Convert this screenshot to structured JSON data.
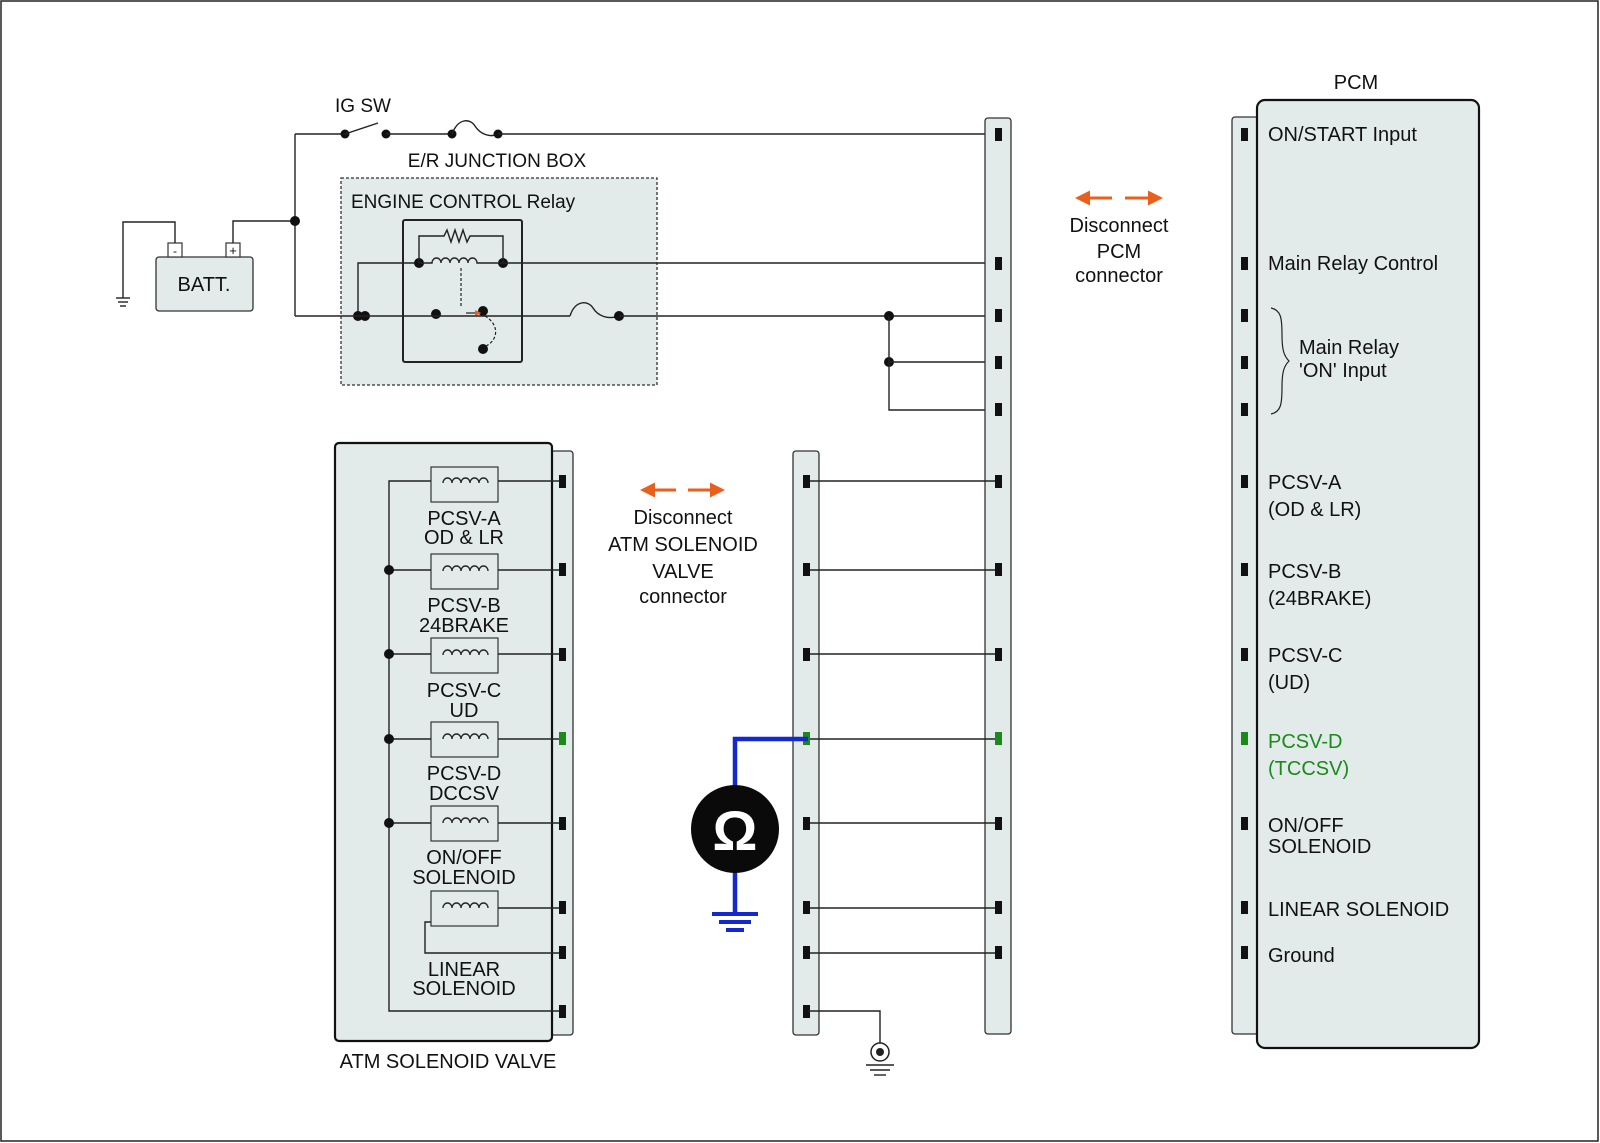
{
  "battery": {
    "label": "BATT.",
    "neg": "-",
    "pos": "+"
  },
  "ig_switch": {
    "label": "IG SW"
  },
  "junction_box": {
    "label": "E/R JUNCTION BOX"
  },
  "relay": {
    "label": "ENGINE CONTROL Relay"
  },
  "solenoid_valve": {
    "title": "ATM SOLENOID VALVE",
    "coils": [
      {
        "line1": "PCSV-A",
        "line2": "OD & LR"
      },
      {
        "line1": "PCSV-B",
        "line2": "24BRAKE"
      },
      {
        "line1": "PCSV-C",
        "line2": "UD"
      },
      {
        "line1": "PCSV-D",
        "line2": "DCCSV"
      },
      {
        "line1": "ON/OFF",
        "line2": "SOLENOID"
      },
      {
        "line1": "LINEAR",
        "line2": "SOLENOID"
      }
    ]
  },
  "disconnect_atm": {
    "line1": "Disconnect",
    "line2": "ATM SOLENOID",
    "line3": "VALVE",
    "line4": "connector"
  },
  "disconnect_pcm": {
    "line1": "Disconnect",
    "line2": "PCM",
    "line3": "connector"
  },
  "pcm": {
    "title": "PCM",
    "pins": {
      "on_start": "ON/START Input",
      "main_relay_control": "Main Relay Control",
      "main_relay_on_1": "Main Relay",
      "main_relay_on_2": "'ON' Input",
      "pcsv_a_1": "PCSV-A",
      "pcsv_a_2": "(OD & LR)",
      "pcsv_b_1": "PCSV-B",
      "pcsv_b_2": "(24BRAKE)",
      "pcsv_c_1": "PCSV-C",
      "pcsv_c_2": "(UD)",
      "pcsv_d_1": "PCSV-D",
      "pcsv_d_2": "(TCCSV)",
      "onoff_1": "ON/OFF",
      "onoff_2": "SOLENOID",
      "linear": "LINEAR SOLENOID",
      "ground": "Ground"
    }
  },
  "ohmmeter": {
    "symbol": "Ω"
  },
  "colors": {
    "arrow": "#e8601c",
    "highlight": "#1a8a1a",
    "probe": "#1428d0",
    "panel": "#e3eaea"
  }
}
